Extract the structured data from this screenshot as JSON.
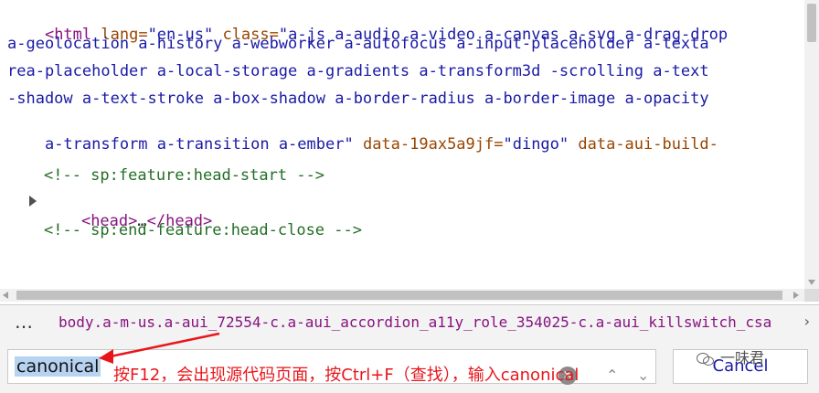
{
  "code": {
    "line1_tag": "<html",
    "line1_attr1": " lang=",
    "line1_val1": "\"en-us\"",
    "line1_attr2": " class=",
    "line1_val2": "\"a-js a-audio a-video a-canvas a-svg a-drag-drop",
    "line2": "a-geolocation a-history a-webworker a-autofocus a-input-placeholder a-texta",
    "line3": "rea-placeholder a-local-storage a-gradients a-transform3d -scrolling a-text",
    "line4": "-shadow a-text-stroke a-box-shadow a-border-radius a-border-image a-opacity",
    "line5_val": "a-transform a-transition a-ember\"",
    "line5_attr": " data-19ax5a9jf=",
    "line5_val2": "\"dingo\"",
    "line5_attr2": " data-aui-build-",
    "comment1": "<!-- sp:feature:head-start -->",
    "head_open": "<head>",
    "head_ellipsis": "…",
    "head_close": "</head>",
    "comment2": "<!-- sp:end-feature:head-close -->"
  },
  "breadcrumb": {
    "more": "…",
    "path": "body.a-m-us.a-aui_72554-c.a-aui_accordion_a11y_role_354025-c.a-aui_killswitch_csa",
    "scroll_right": "›"
  },
  "search": {
    "value": "canonical",
    "clear_icon": "×",
    "prev_icon": "⌃",
    "next_icon": "⌄",
    "cancel_label": "Cancel"
  },
  "annotation": {
    "text": "按F12，会出现源代码页面，按Ctrl+F（查找），输入canonical",
    "color": "#e8161b"
  },
  "watermark": {
    "text": "一味君"
  }
}
